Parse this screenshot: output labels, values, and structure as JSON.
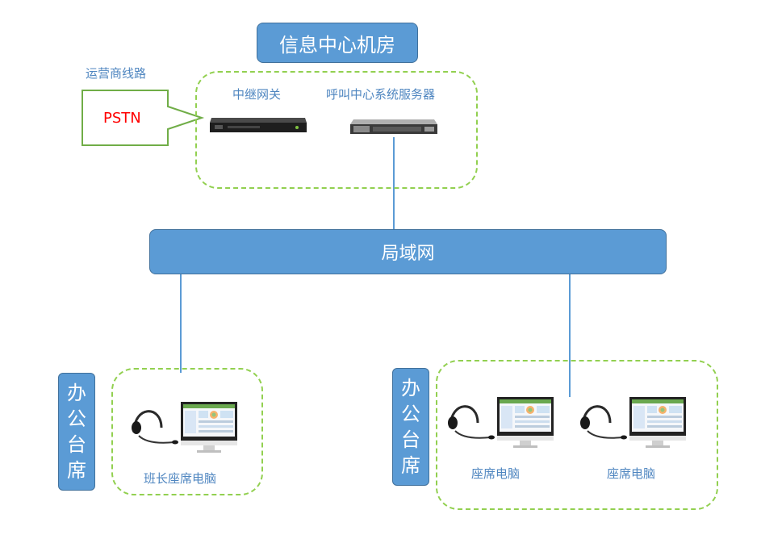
{
  "room": {
    "title": "信息中心机房"
  },
  "carrier": {
    "label": "运营商线路",
    "pstn": "PSTN"
  },
  "devices": {
    "gateway": "中继网关",
    "server": "呼叫中心系统服务器"
  },
  "network": {
    "lan": "局域网"
  },
  "seats": {
    "left_group": {
      "label": "办公台席",
      "chars": [
        "办",
        "公",
        "台",
        "席"
      ],
      "pc": "班长座席电脑"
    },
    "right_group": {
      "label": "办公台席",
      "chars": [
        "办",
        "公",
        "台",
        "席"
      ],
      "pcs": [
        "座席电脑",
        "座席电脑"
      ]
    }
  },
  "colors": {
    "box_blue": "#5b9bd5",
    "dash_green": "#92d050",
    "pstn_red": "#ff0000",
    "label_blue": "#4f86c0"
  }
}
